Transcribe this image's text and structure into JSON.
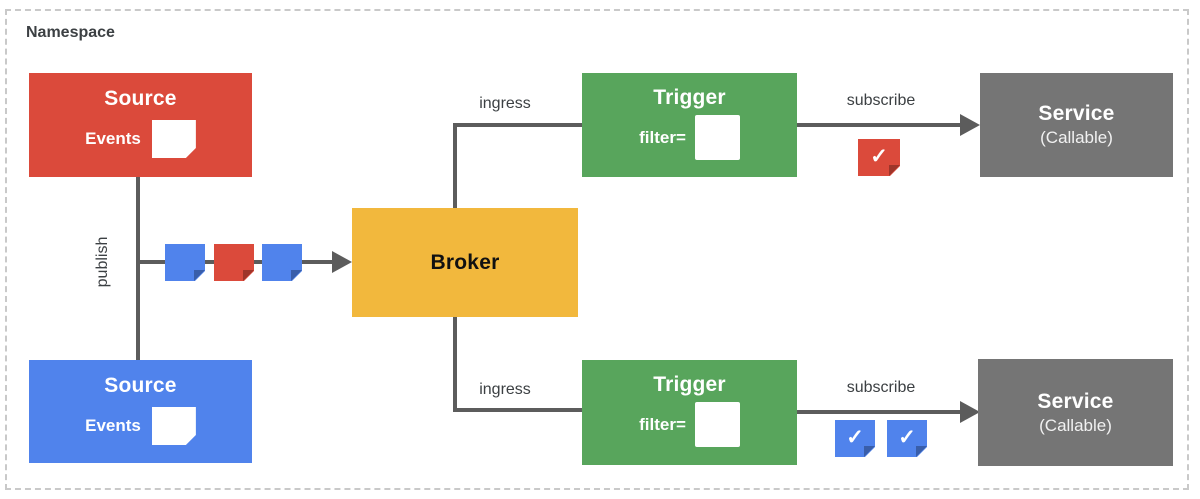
{
  "colors": {
    "red": "#DB4A3B",
    "blue": "#5083EC",
    "green": "#58A55C",
    "yellow": "#F2B83D",
    "gray": "#757575",
    "line": "#5C5C5C",
    "text": "#3C4043",
    "border": "#C9C9C9"
  },
  "namespace": {
    "label": "Namespace"
  },
  "sources": [
    {
      "title": "Source",
      "events_label": "Events",
      "color": "red"
    },
    {
      "title": "Source",
      "events_label": "Events",
      "color": "blue"
    }
  ],
  "broker": {
    "label": "Broker"
  },
  "triggers": [
    {
      "title": "Trigger",
      "filter_label": "filter=",
      "filter_event_color": "red"
    },
    {
      "title": "Trigger",
      "filter_label": "filter=",
      "filter_event_color": "blue"
    }
  ],
  "services": [
    {
      "title": "Service",
      "subtitle": "(Callable)"
    },
    {
      "title": "Service",
      "subtitle": "(Callable)"
    }
  ],
  "labels": {
    "publish": "publish",
    "ingress_top": "ingress",
    "ingress_bottom": "ingress",
    "subscribe_top": "subscribe",
    "subscribe_bottom": "subscribe"
  },
  "events_on_publish": [
    "blue",
    "red",
    "blue"
  ],
  "delivered_events": {
    "top": [
      {
        "color": "red",
        "glyph": "✓"
      }
    ],
    "bottom": [
      {
        "color": "blue",
        "glyph": "✓"
      },
      {
        "color": "blue",
        "glyph": "✓"
      }
    ]
  }
}
